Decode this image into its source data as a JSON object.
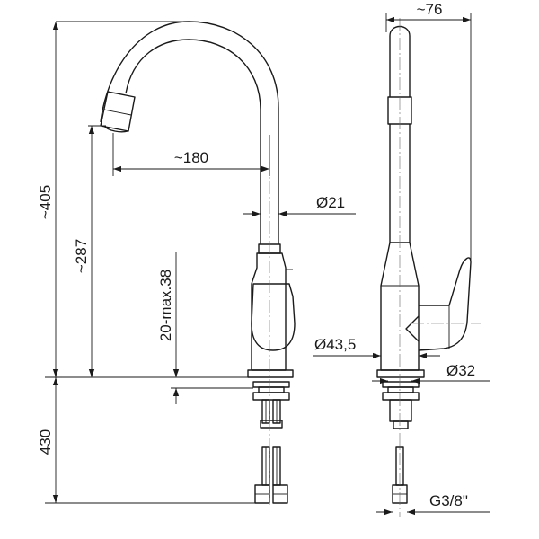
{
  "dimensions": {
    "height_total": "~405",
    "height_spout": "~287",
    "deck_thickness": "20-max.38",
    "hose_length": "430",
    "reach": "~180",
    "tube_diameter": "Ø21",
    "side_width": "~76",
    "body_diameter": "Ø43,5",
    "hole_diameter": "Ø32",
    "connection_thread": "G3/8\""
  },
  "colors": {
    "line": "#1a1a1a",
    "background": "#ffffff"
  }
}
